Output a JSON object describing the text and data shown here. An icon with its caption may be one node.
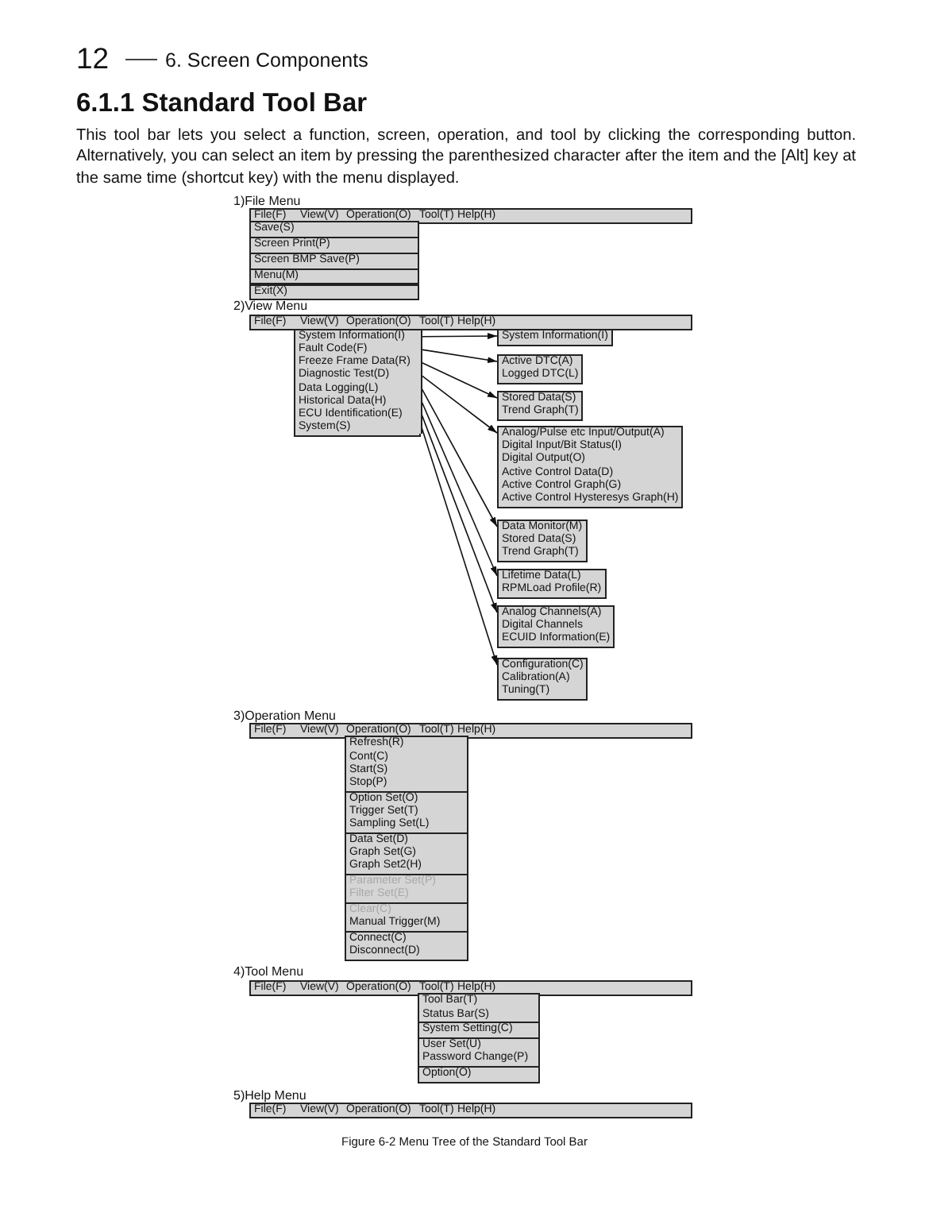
{
  "diagram": {
    "title": "6.1.1 Standard Tool Bar",
    "caption": "Figure 6-2 Menu Tree of the Standard Tool Bar",
    "nodes": [
      {
        "text": [
          "File(F)",
          "View(V)",
          "Operation(O)",
          "Tool(T)",
          "Help(H)"
        ]
      },
      {
        "text": [
          "Save(S)"
        ]
      },
      {
        "text": [
          "Screen Print(P)"
        ]
      },
      {
        "text": [
          "Screen BMP Save(P)"
        ]
      },
      {
        "text": [
          "Menu(M)"
        ]
      },
      {
        "text": [
          "Exit(X)"
        ]
      },
      {
        "text": [
          "File(F)",
          "View(V)",
          "Operation(O)",
          "Tool(T)",
          "Help(H)"
        ]
      },
      {
        "text": [],
        "shape": "box"
      },
      {
        "text": [
          "System Information(I)"
        ],
        "in": 7
      },
      {
        "text": [
          "Fault Code(F)"
        ],
        "in": 7
      },
      {
        "text": [
          "Freeze Frame Data(R)"
        ],
        "in": 7
      },
      {
        "text": [
          "Diagnostic Test(D)"
        ],
        "in": 7
      },
      {
        "text": [
          "Data Logging(L)"
        ],
        "in": 7
      },
      {
        "text": [
          "Historical Data(H)"
        ],
        "in": 7
      },
      {
        "text": [
          "ECU Identification(E)"
        ],
        "in": 7
      },
      {
        "text": [
          "System(S)"
        ],
        "in": 7
      },
      {
        "text": [
          "System Information(I)"
        ]
      },
      {
        "text": [
          "Active DTC(A)",
          "Logged DTC(L)"
        ]
      },
      {
        "text": [
          "Stored Data(S)",
          "Trend Graph(T)"
        ]
      },
      {
        "text": [
          "Analog/Pulse etc Input/Output(A)",
          "Digital Input/Bit Status(I)",
          "Digital Output(O)",
          "Active Control Data(D)",
          "Active Control Graph(G)",
          "Active Control Hysteresys Graph(H)"
        ]
      },
      {
        "text": [
          "Data Monitor(M)",
          "Stored Data(S)",
          "Trend Graph(T)"
        ]
      },
      {
        "text": [
          "Lifetime Data(L)",
          "RPMLoad Profile(R)"
        ]
      },
      {
        "text": [
          "Analog Channels(A)",
          "Digital Channels",
          "ECUID Information(E)"
        ]
      },
      {
        "text": [
          "Configuration(C)",
          "Calibration(A)",
          "Tuning(T)"
        ]
      },
      {
        "text": [
          "File(F)",
          "View(V)",
          "Operation(O)",
          "Tool(T)",
          "Help(H)"
        ]
      },
      {
        "text": [
          "Refresh(R)",
          "Cont(C)",
          "Start(S)",
          "Stop(P)"
        ]
      },
      {
        "text": [
          "Option Set(O)",
          "Trigger Set(T)",
          "Sampling Set(L)"
        ]
      },
      {
        "text": [
          "Data Set(D)",
          "Graph Set(G)",
          "Graph Set2(H)"
        ]
      },
      {
        "text": [
          "Parameter Set(P)",
          "Filter Set(E)"
        ]
      },
      {
        "text": [
          "Clear(C)",
          "Manual Trigger(M)"
        ]
      },
      {
        "text": [
          "Connect(C)",
          "Disconnect(D)"
        ]
      },
      {
        "text": [
          "File(F)",
          "View(V)",
          "Operation(O)",
          "Tool(T)",
          "Help(H)"
        ]
      },
      {
        "text": [
          "Tool Bar(T)",
          "Status Bar(S)"
        ]
      },
      {
        "text": [
          "System Setting(C)"
        ]
      },
      {
        "text": [
          "User Set(U)",
          "Password Change(P)"
        ]
      },
      {
        "text": [
          "Option(O)"
        ]
      },
      {
        "text": [
          "File(F)",
          "View(V)",
          "Operation(O)",
          "Tool(T)",
          "Help(H)"
        ]
      }
    ],
    "edges": [
      {
        "from": 8,
        "to": 16,
        "arrow": "to"
      },
      {
        "from": 9,
        "to": 17,
        "arrow": "to"
      },
      {
        "from": 10,
        "to": 18,
        "arrow": "to"
      },
      {
        "from": 11,
        "to": 19,
        "arrow": "to"
      },
      {
        "from": 12,
        "to": 20,
        "arrow": "to"
      },
      {
        "from": 13,
        "to": 21,
        "arrow": "to"
      },
      {
        "from": 14,
        "to": 22,
        "arrow": "to"
      },
      {
        "from": 15,
        "to": 23,
        "arrow": "to"
      }
    ],
    "labels": [
      "12",
      "6. Screen Components",
      "This tool bar lets you select a function, screen, operation, and tool by clicking the corresponding button. Alternatively, you can select an item by pressing the parenthesized character after the item and the [Alt] key at the same time (shortcut key) with the menu displayed.",
      "1)File Menu",
      "2)View Menu",
      "3)Operation Menu",
      "4)Tool Menu",
      "5)Help Menu"
    ]
  }
}
